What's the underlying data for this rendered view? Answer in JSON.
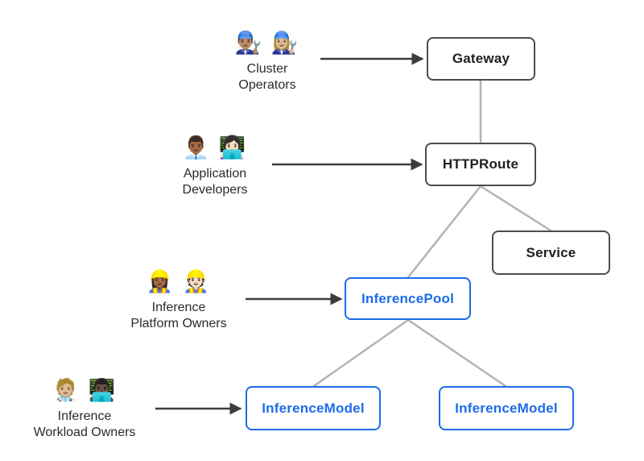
{
  "nodes": [
    {
      "id": "gateway",
      "label": "Gateway",
      "style": "dark"
    },
    {
      "id": "httproute",
      "label": "HTTPRoute",
      "style": "dark"
    },
    {
      "id": "service",
      "label": "Service",
      "style": "dark"
    },
    {
      "id": "inferencepool",
      "label": "InferencePool",
      "style": "blue"
    },
    {
      "id": "inferencemodel-left",
      "label": "InferenceModel",
      "style": "blue"
    },
    {
      "id": "inferencemodel-right",
      "label": "InferenceModel",
      "style": "blue"
    }
  ],
  "personas": [
    {
      "name": "Cluster Operators",
      "emoji": "👨🏽‍🔧 👩🏼‍🔧",
      "label": "Cluster\nOperators",
      "points_to": "Gateway"
    },
    {
      "name": "Application Developers",
      "emoji": "👨🏾‍💼 👩🏻‍💻",
      "label": "Application\nDevelopers",
      "points_to": "HTTPRoute"
    },
    {
      "name": "Inference Platform Owners",
      "emoji": "👷🏾‍♀️ 👷🏻",
      "label": "Inference\nPlatform Owners",
      "points_to": "InferencePool"
    },
    {
      "name": "Inference Workload Owners",
      "emoji": "🧑🏼‍⚕️ 👨🏿‍💻",
      "label": "Inference\nWorkload Owners",
      "points_to": "InferenceModel"
    }
  ],
  "edges": [
    {
      "from": "Gateway",
      "to": "HTTPRoute"
    },
    {
      "from": "HTTPRoute",
      "to": "InferencePool"
    },
    {
      "from": "HTTPRoute",
      "to": "Service"
    },
    {
      "from": "InferencePool",
      "to": "InferenceModel (left)"
    },
    {
      "from": "InferencePool",
      "to": "InferenceModel (right)"
    }
  ],
  "colors": {
    "box_border_dark": "#4d4d4d",
    "box_text_dark": "#1f1f1f",
    "box_border_blue": "#1d6be9",
    "box_text_blue": "#1d6be9",
    "connector_gray": "#b3b3b3",
    "arrow_dark": "#3d3d3d",
    "background": "#ffffff"
  }
}
